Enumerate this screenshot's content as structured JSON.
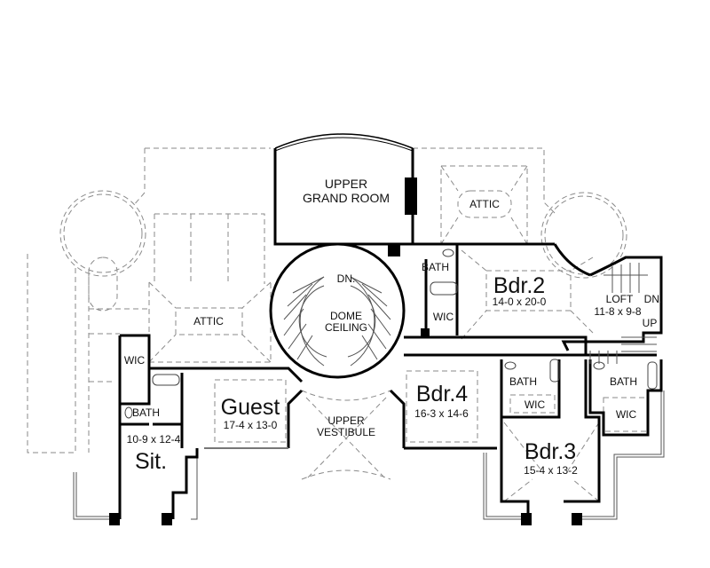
{
  "plan": {
    "type": "second floor plan",
    "rooms": [
      {
        "id": "upper_grand_room",
        "name_line1": "UPPER",
        "name_line2": "GRAND ROOM"
      },
      {
        "id": "attic_right",
        "name": "ATTIC"
      },
      {
        "id": "attic_left",
        "name": "ATTIC"
      },
      {
        "id": "dome",
        "stair_label": "DN.",
        "name_line1": "DOME",
        "name_line2": "CEILING"
      },
      {
        "id": "upper_vestibule",
        "name_line1": "UPPER",
        "name_line2": "VESTIBULE"
      },
      {
        "id": "bdr2",
        "name": "Bdr.2",
        "size": "14-0 x 20-0"
      },
      {
        "id": "bdr2_bath",
        "name": "BATH"
      },
      {
        "id": "bdr2_wic",
        "name": "WIC"
      },
      {
        "id": "loft",
        "name": "LOFT",
        "size": "11-8 x 9-8",
        "stair_dn": "DN.",
        "stair_up": "UP"
      },
      {
        "id": "bdr4",
        "name": "Bdr.4",
        "size": "16-3 x 14-6"
      },
      {
        "id": "bdr4_bath",
        "name": "BATH"
      },
      {
        "id": "bdr4_wic",
        "name": "WIC"
      },
      {
        "id": "bdr3",
        "name": "Bdr.3",
        "size": "15-4 x 13-2"
      },
      {
        "id": "bdr3_bath",
        "name": "BATH"
      },
      {
        "id": "bdr3_wic",
        "name": "WIC"
      },
      {
        "id": "guest",
        "name": "Guest",
        "size": "17-4 x 13-0"
      },
      {
        "id": "sit",
        "name": "Sit.",
        "size": "10-9  x 12-4"
      },
      {
        "id": "sit_wic",
        "name": "WIC"
      },
      {
        "id": "sit_bath",
        "name": "BATH"
      }
    ]
  },
  "colors": {
    "wall": "#000000",
    "dashed": "#8a8a8a",
    "background": "#ffffff"
  }
}
